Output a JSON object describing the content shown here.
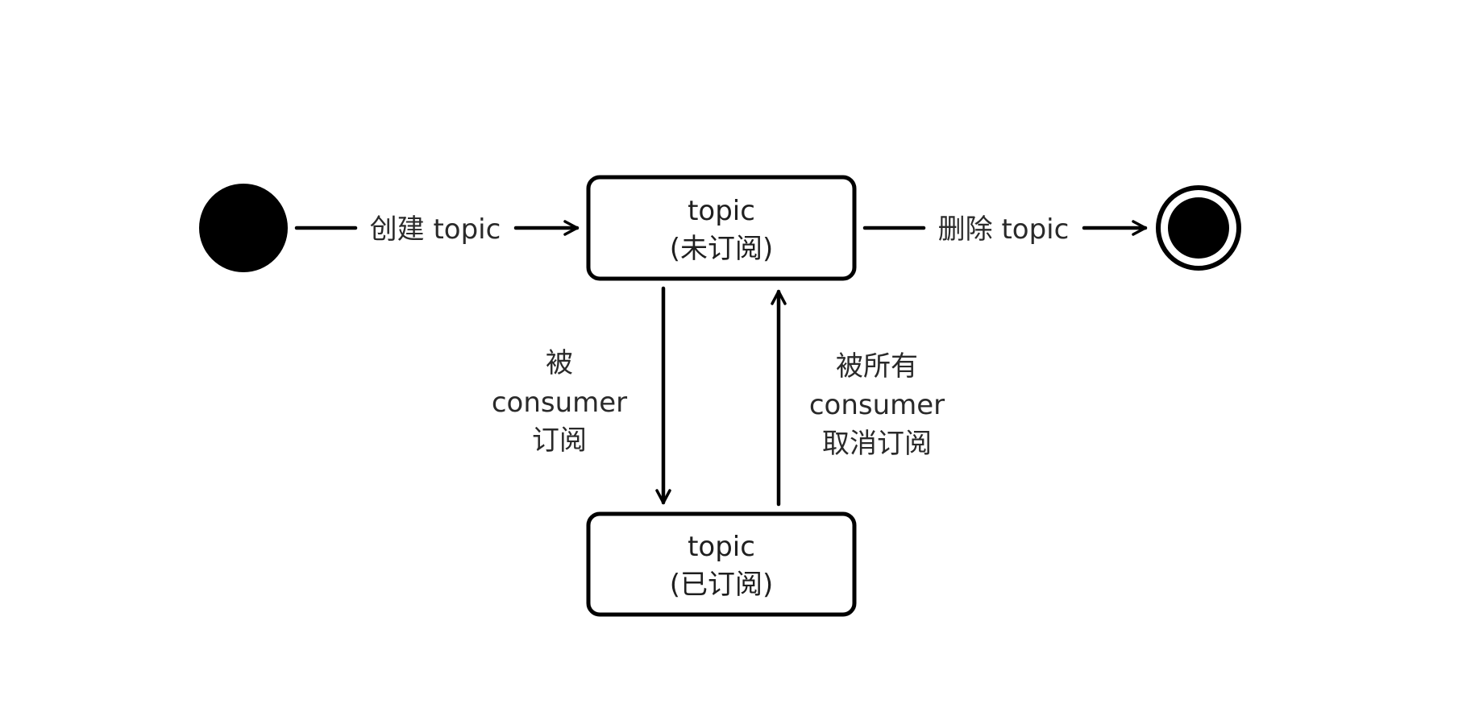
{
  "diagram": {
    "type": "state-machine",
    "states": {
      "unsubscribed": {
        "line1": "topic",
        "line2": "(未订阅)"
      },
      "subscribed": {
        "line1": "topic",
        "line2": "(已订阅)"
      }
    },
    "transitions": {
      "create": {
        "label": "创建 topic"
      },
      "delete": {
        "label": "删除 topic"
      },
      "subscribe": {
        "line1": "被",
        "line2": "consumer",
        "line3": "订阅"
      },
      "unsubscribe": {
        "line1": "被所有",
        "line2": "consumer",
        "line3": "取消订阅"
      }
    }
  }
}
